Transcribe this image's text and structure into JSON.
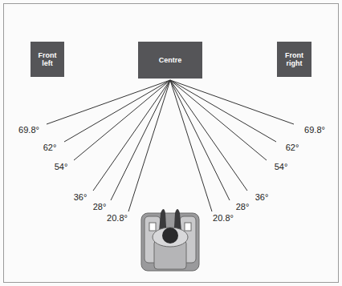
{
  "diagram": {
    "nodes": [
      {
        "text": [
          "Front left"
        ]
      },
      {
        "text": [
          "Centre"
        ]
      },
      {
        "text": [
          "Front right"
        ]
      }
    ],
    "labels": [
      "69.8°",
      "62°",
      "54°",
      "36°",
      "28°",
      "20.8°",
      "20.8°",
      "28°",
      "36°",
      "54°",
      "62°",
      "69.8°"
    ]
  }
}
